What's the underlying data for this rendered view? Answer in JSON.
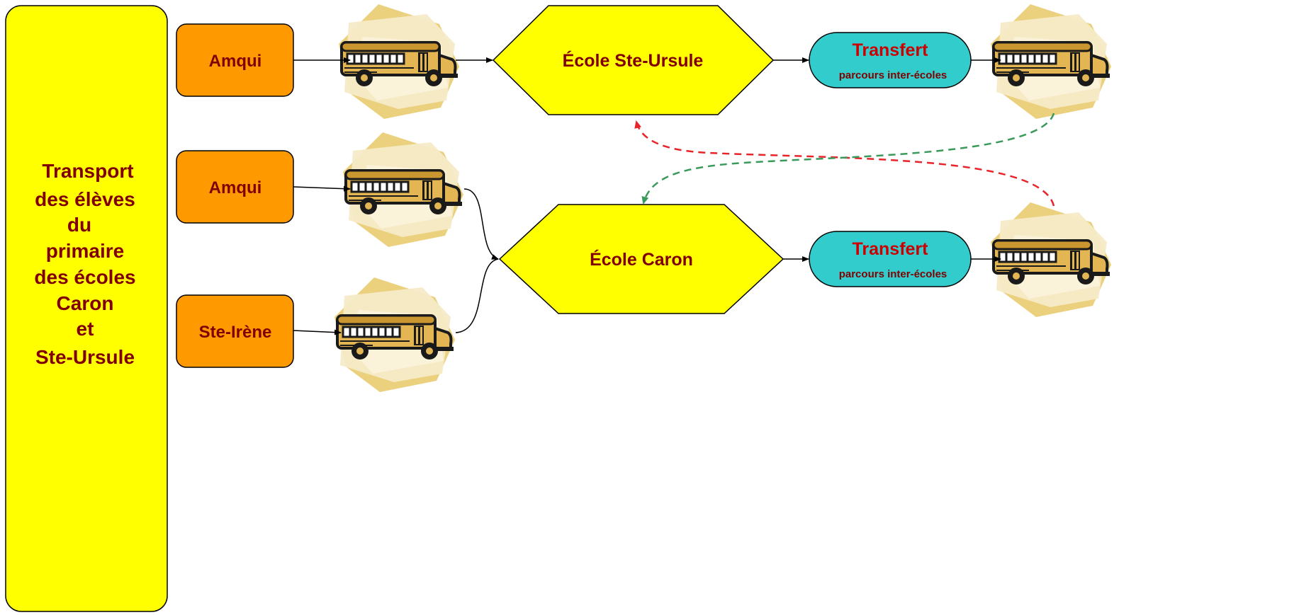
{
  "sidebar": {
    "lines": [
      "Transport",
      "des élèves",
      "du",
      "primaire",
      "des écoles",
      "Caron",
      "et",
      "Ste-Ursule"
    ]
  },
  "origins": {
    "amqui_1": "Amqui",
    "amqui_2": "Amqui",
    "ste_irene": "Ste-Irène"
  },
  "schools": {
    "ste_ursule": "École Ste-Ursule",
    "caron": "École Caron"
  },
  "transfers": {
    "top": {
      "title": "Transfert",
      "subtitle": "parcours inter-écoles"
    },
    "bottom": {
      "title": "Transfert",
      "subtitle": "parcours inter-écoles"
    }
  },
  "colors": {
    "sidebar_fill": "#FFFF00",
    "origin_fill": "#FF9900",
    "school_fill": "#FFFF00",
    "transfer_fill": "#33CCCC",
    "text": "#800000",
    "transfer_title": "#CC0000",
    "dashed_red": "#E8242B",
    "dashed_green": "#3A9A5B"
  },
  "icons": {
    "bus": "school-bus-icon"
  }
}
